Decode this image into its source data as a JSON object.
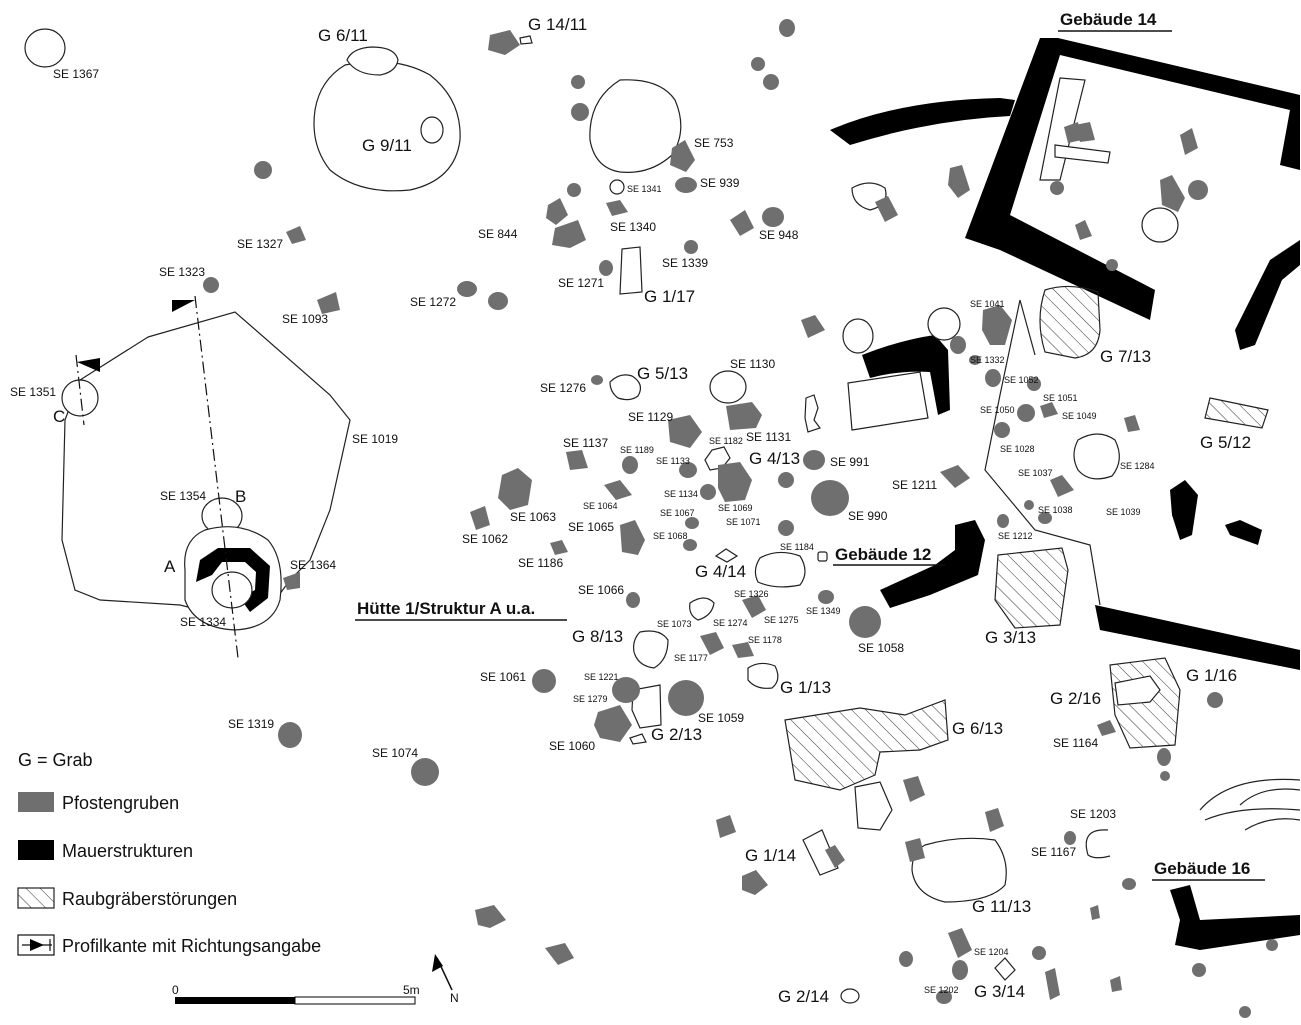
{
  "buildings": {
    "gebaeude_14": "Gebäude 14",
    "gebaeude_12": "Gebäude 12",
    "gebaeude_16": "Gebäude 16",
    "huette": "Hütte 1/Struktur A u.a."
  },
  "graves": {
    "g6_11": "G 6/11",
    "g14_11": "G 14/11",
    "g9_11": "G 9/11",
    "g1_17": "G 1/17",
    "g5_13": "G 5/13",
    "g4_13": "G 4/13",
    "g4_14": "G 4/14",
    "g8_13": "G 8/13",
    "g2_13": "G 2/13",
    "g1_13": "G 1/13",
    "g6_13": "G 6/13",
    "g3_13": "G 3/13",
    "g7_13": "G 7/13",
    "g5_12": "G 5/12",
    "g2_16": "G 2/16",
    "g1_16": "G 1/16",
    "g1_14": "G 1/14",
    "g11_13": "G 11/13",
    "g2_14": "G 2/14",
    "g3_14": "G 3/14"
  },
  "profile_letters": {
    "a": "A",
    "b": "B",
    "c": "C"
  },
  "features": {
    "se1367": "SE 1367",
    "se1327": "SE 1327",
    "se1323": "SE 1323",
    "se1093": "SE 1093",
    "se1351": "SE 1351",
    "se1019": "SE 1019",
    "se1354": "SE 1354",
    "se1364": "SE 1364",
    "se1334": "SE 1334",
    "se1319": "SE 1319",
    "se1074": "SE 1074",
    "se753": "SE 753",
    "se1341": "SE 1341",
    "se939": "SE 939",
    "se844": "SE 844",
    "se1340": "SE 1340",
    "se948": "SE 948",
    "se1339": "SE 1339",
    "se1271": "SE 1271",
    "se1272": "SE 1272",
    "se1276": "SE 1276",
    "se1130": "SE 1130",
    "se1129": "SE 1129",
    "se1137": "SE 1137",
    "se1189": "SE 1189",
    "se1182": "SE 1182",
    "se1131": "SE 1131",
    "se1133": "SE 1133",
    "se991": "SE 991",
    "se1134": "SE 1134",
    "se1064": "SE 1064",
    "se1069": "SE 1069",
    "se1063": "SE 1063",
    "se1067": "SE 1067",
    "se990": "SE 990",
    "se1065": "SE 1065",
    "se1071": "SE 1071",
    "se1062": "SE 1062",
    "se1068": "SE 1068",
    "se1184": "SE 1184",
    "se1186": "SE 1186",
    "se1066": "SE 1066",
    "se1326": "SE 1326",
    "se1349": "SE 1349",
    "se1073": "SE 1073",
    "se1274": "SE 1274",
    "se1275": "SE 1275",
    "se1178": "SE 1178",
    "se1058": "SE 1058",
    "se1177": "SE 1177",
    "se1061": "SE 1061",
    "se1221": "SE 1221",
    "se1279": "SE 1279",
    "se1059": "SE 1059",
    "se1060": "SE 1060",
    "se1041": "SE 1041",
    "se1332": "SE 1332",
    "se1052": "SE 1052",
    "se1051": "SE 1051",
    "se1050": "SE 1050",
    "se1049": "SE 1049",
    "se1028": "SE 1028",
    "se1037": "SE 1037",
    "se1284": "SE 1284",
    "se1211": "SE 1211",
    "se1038": "SE 1038",
    "se1039": "SE 1039",
    "se1212": "SE 1212",
    "se1164": "SE 1164",
    "se1203": "SE 1203",
    "se1167": "SE 1167",
    "se1204": "SE 1204",
    "se1202": "SE 1202"
  },
  "legend": {
    "grab": "G = Grab",
    "pfosten": "Pfostengruben",
    "mauer": "Mauerstrukturen",
    "raub": "Raubgräberstörungen",
    "profil": "Profilkante mit Richtungsangabe"
  },
  "scale": {
    "zero": "0",
    "five": "5m"
  },
  "north": {
    "symbol": "N"
  },
  "colors": {
    "post": "#6f6f6f",
    "wall": "#000000",
    "line": "#222222",
    "background": "#ffffff"
  }
}
